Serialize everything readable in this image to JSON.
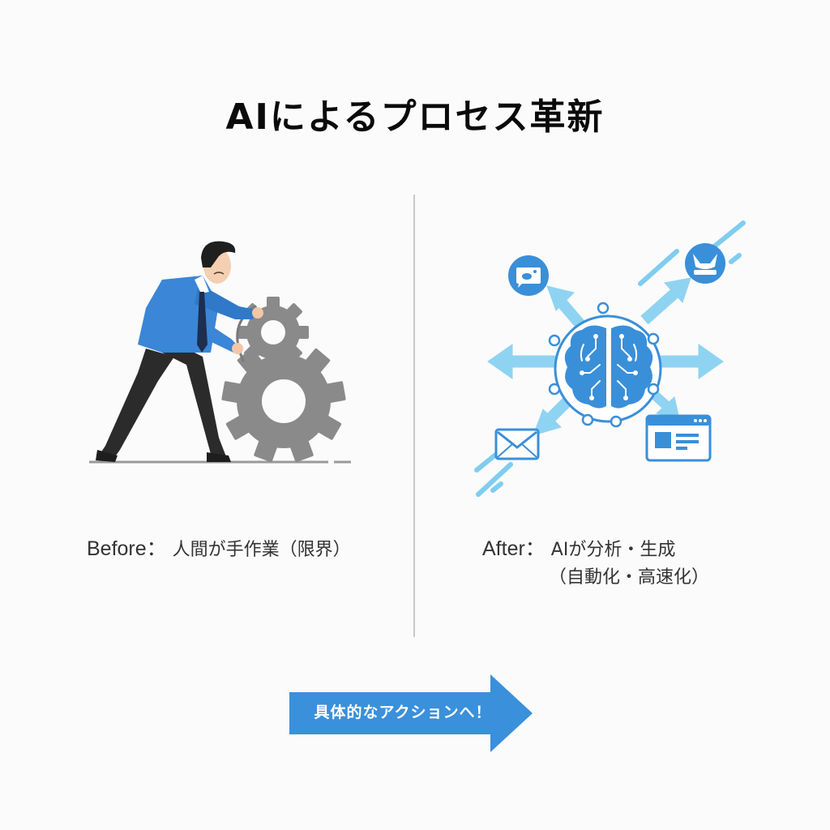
{
  "title": "AIによるプロセス革新",
  "before": {
    "label": "Before：",
    "description": "人間が手作業（限界）",
    "illustration": "person-pushing-gears"
  },
  "after": {
    "label": "After：",
    "description_line1": "AIが分析・生成",
    "description_line2": "（自動化・高速化）",
    "illustration": "ai-brain-hub",
    "icons": [
      "chat-bubble-icon",
      "cloud-service-icon",
      "email-icon",
      "browser-window-icon",
      "brain-circuit-icon"
    ]
  },
  "cta": {
    "label": "具体的なアクションへ！"
  },
  "colors": {
    "accent_blue": "#3a8fd9",
    "light_blue": "#7fcdf0",
    "shirt_blue": "#3b86d6",
    "gear_gray": "#8a8a8a",
    "pants_dark": "#2b2b2b",
    "divider": "#c9c9c9",
    "background": "#fbfbfb"
  }
}
